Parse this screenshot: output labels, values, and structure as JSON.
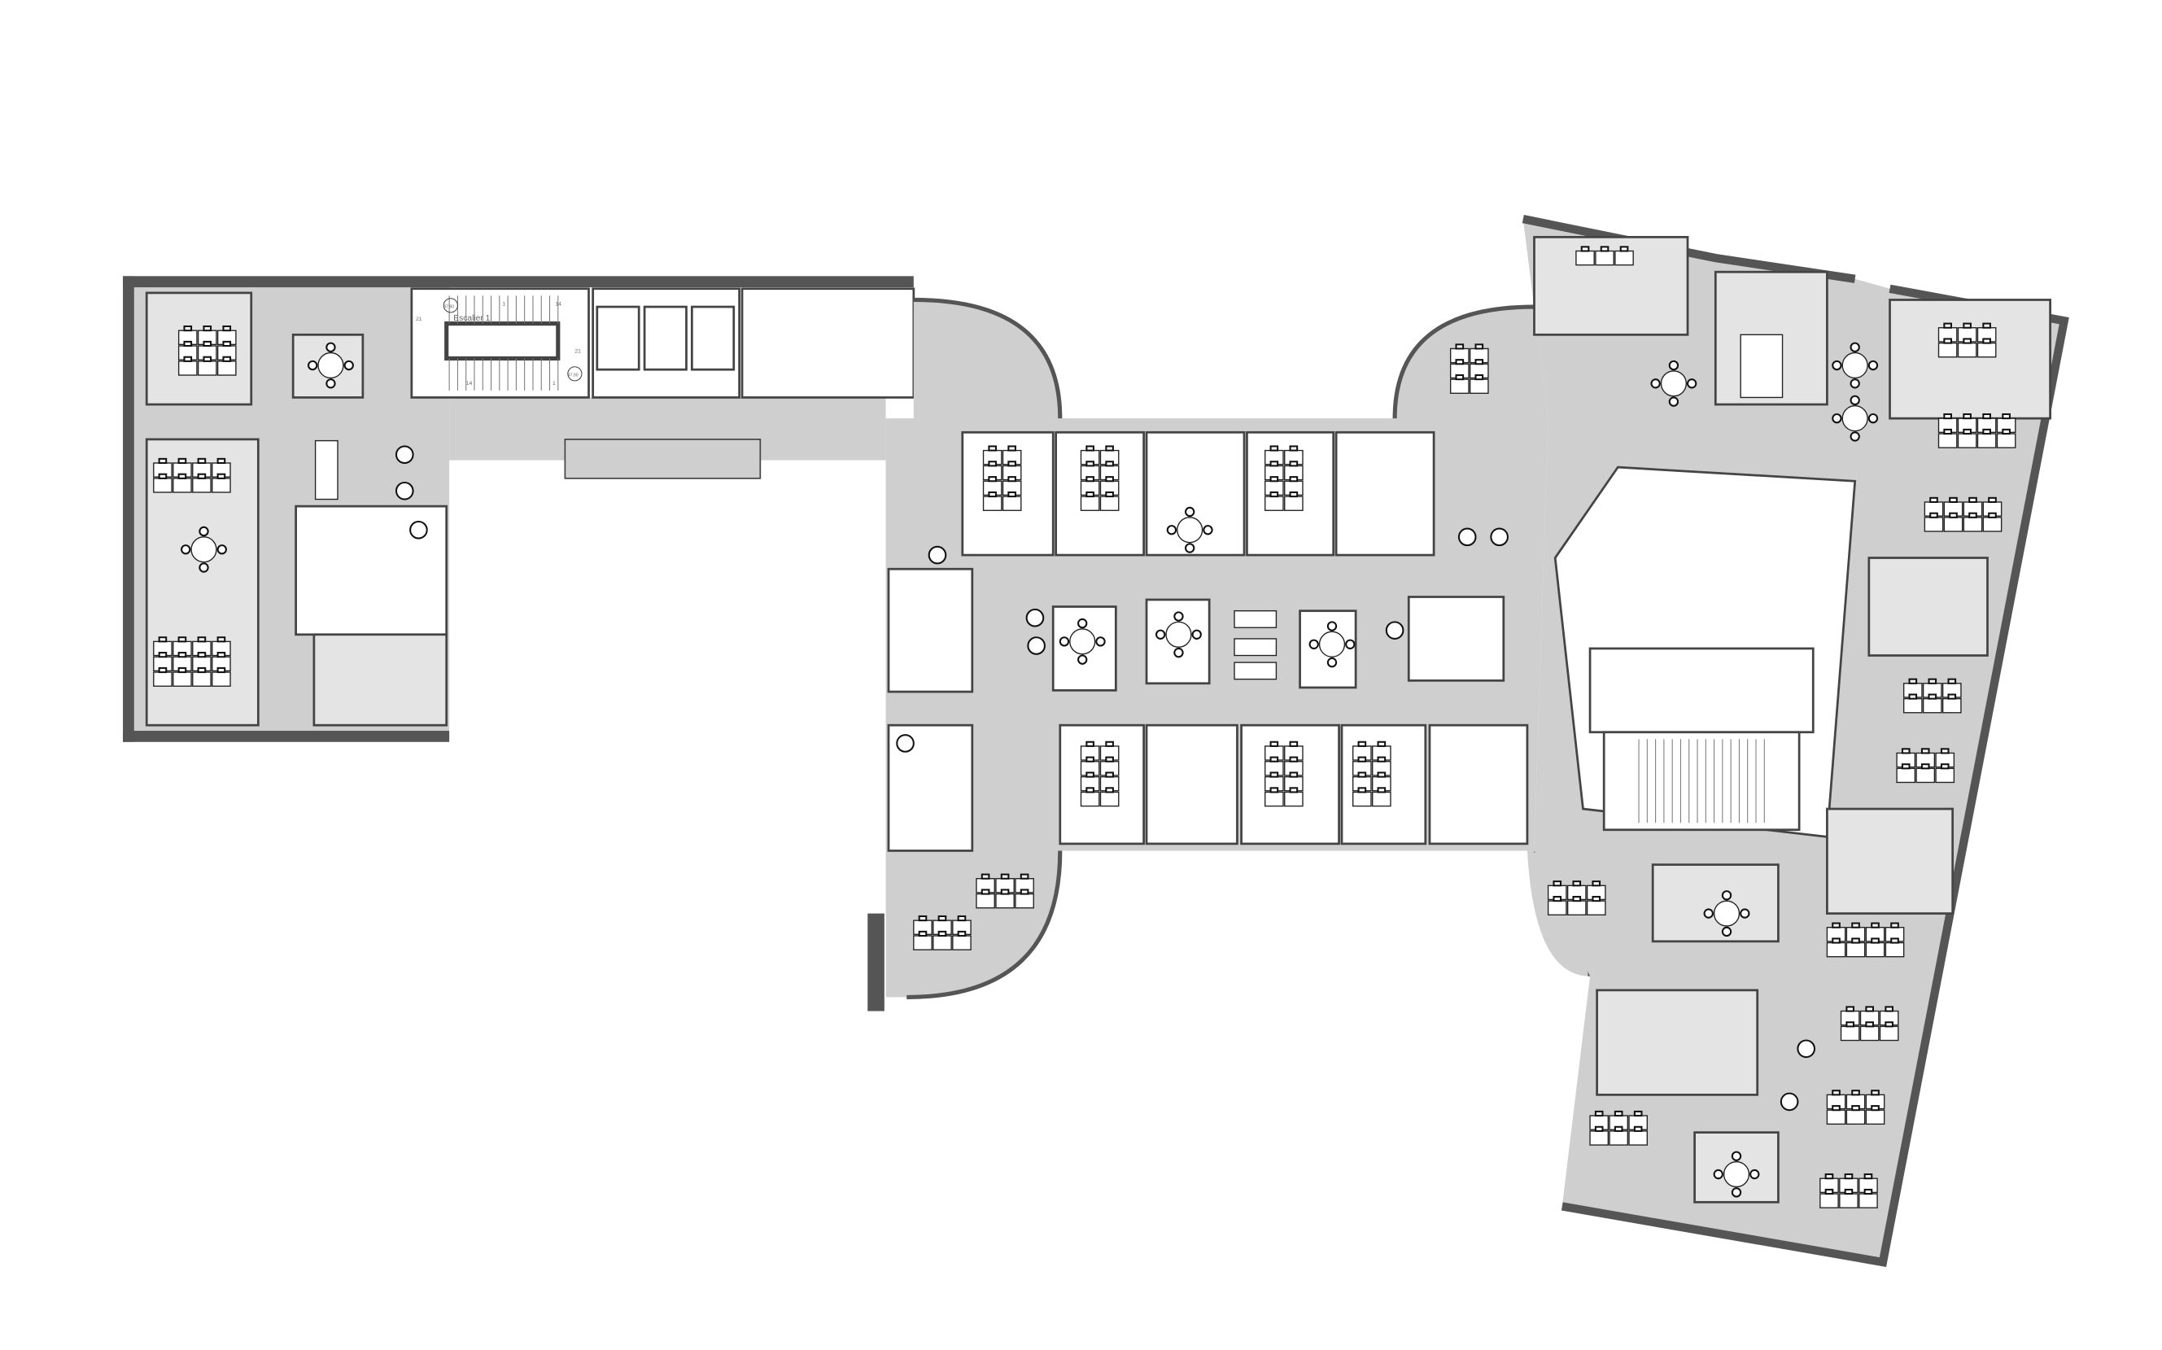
{
  "plan": {
    "stair_label": "Escalier 1",
    "elevation_marks": [
      "47.90",
      "47.90"
    ],
    "step_numbers": {
      "upper_start": "1",
      "upper_end": "14",
      "left": "21",
      "right": "21",
      "lower_start": "14",
      "lower_end": "1"
    }
  },
  "colors": {
    "wall": "#555555",
    "circulation": "#cfcfcf",
    "room": "#e4e4e4",
    "core": "#ffffff"
  }
}
